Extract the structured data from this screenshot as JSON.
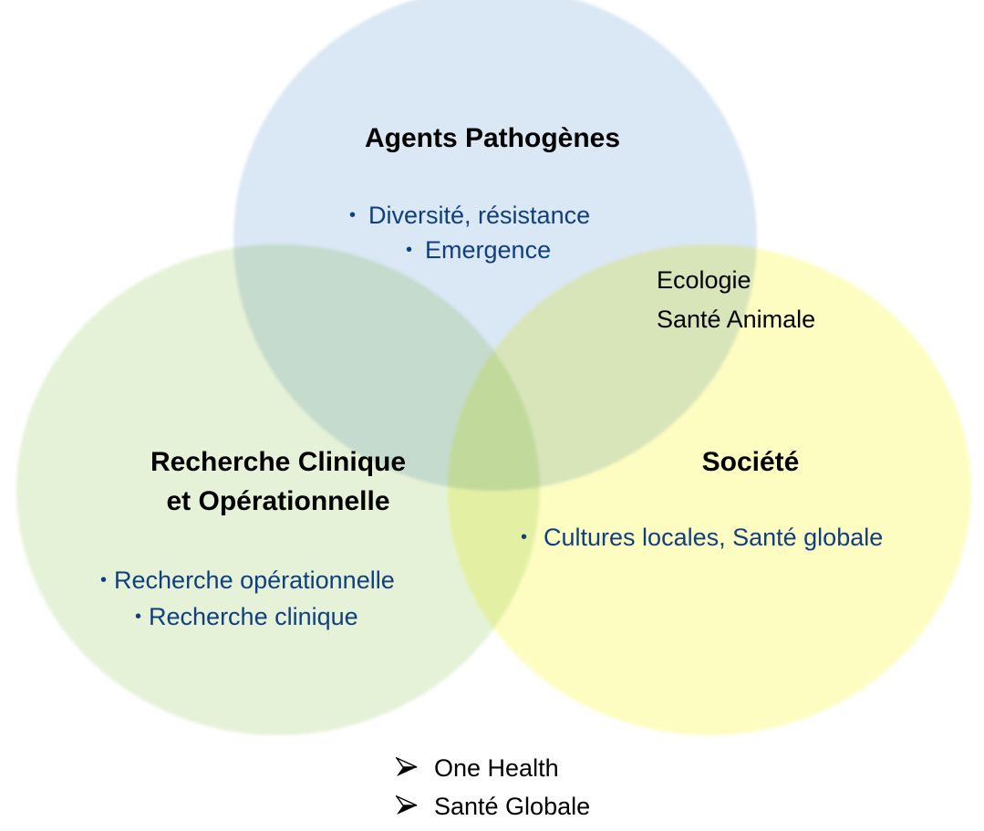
{
  "circles": {
    "pathogens": {
      "title": "Agents Pathogènes",
      "items": [
        "Diversité, résistance",
        "Emergence"
      ],
      "color": "#dae7f4"
    },
    "clinical": {
      "title_line1": "Recherche Clinique",
      "title_line2": "et Opérationnelle",
      "items": [
        "Recherche opérationnelle",
        "Recherche clinique"
      ],
      "color": "#e5f2d7"
    },
    "society": {
      "title": "Société",
      "items": [
        "Cultures locales, Santé globale"
      ],
      "color": "#fdfdc2"
    }
  },
  "overlap_labels": [
    "Ecologie",
    "Santé Animale"
  ],
  "bullet_glyph": "•",
  "footer": {
    "icon": "arrowhead-bullet-icon",
    "items": [
      "One Health",
      "Santé Globale"
    ]
  },
  "text_color": "#103f80"
}
